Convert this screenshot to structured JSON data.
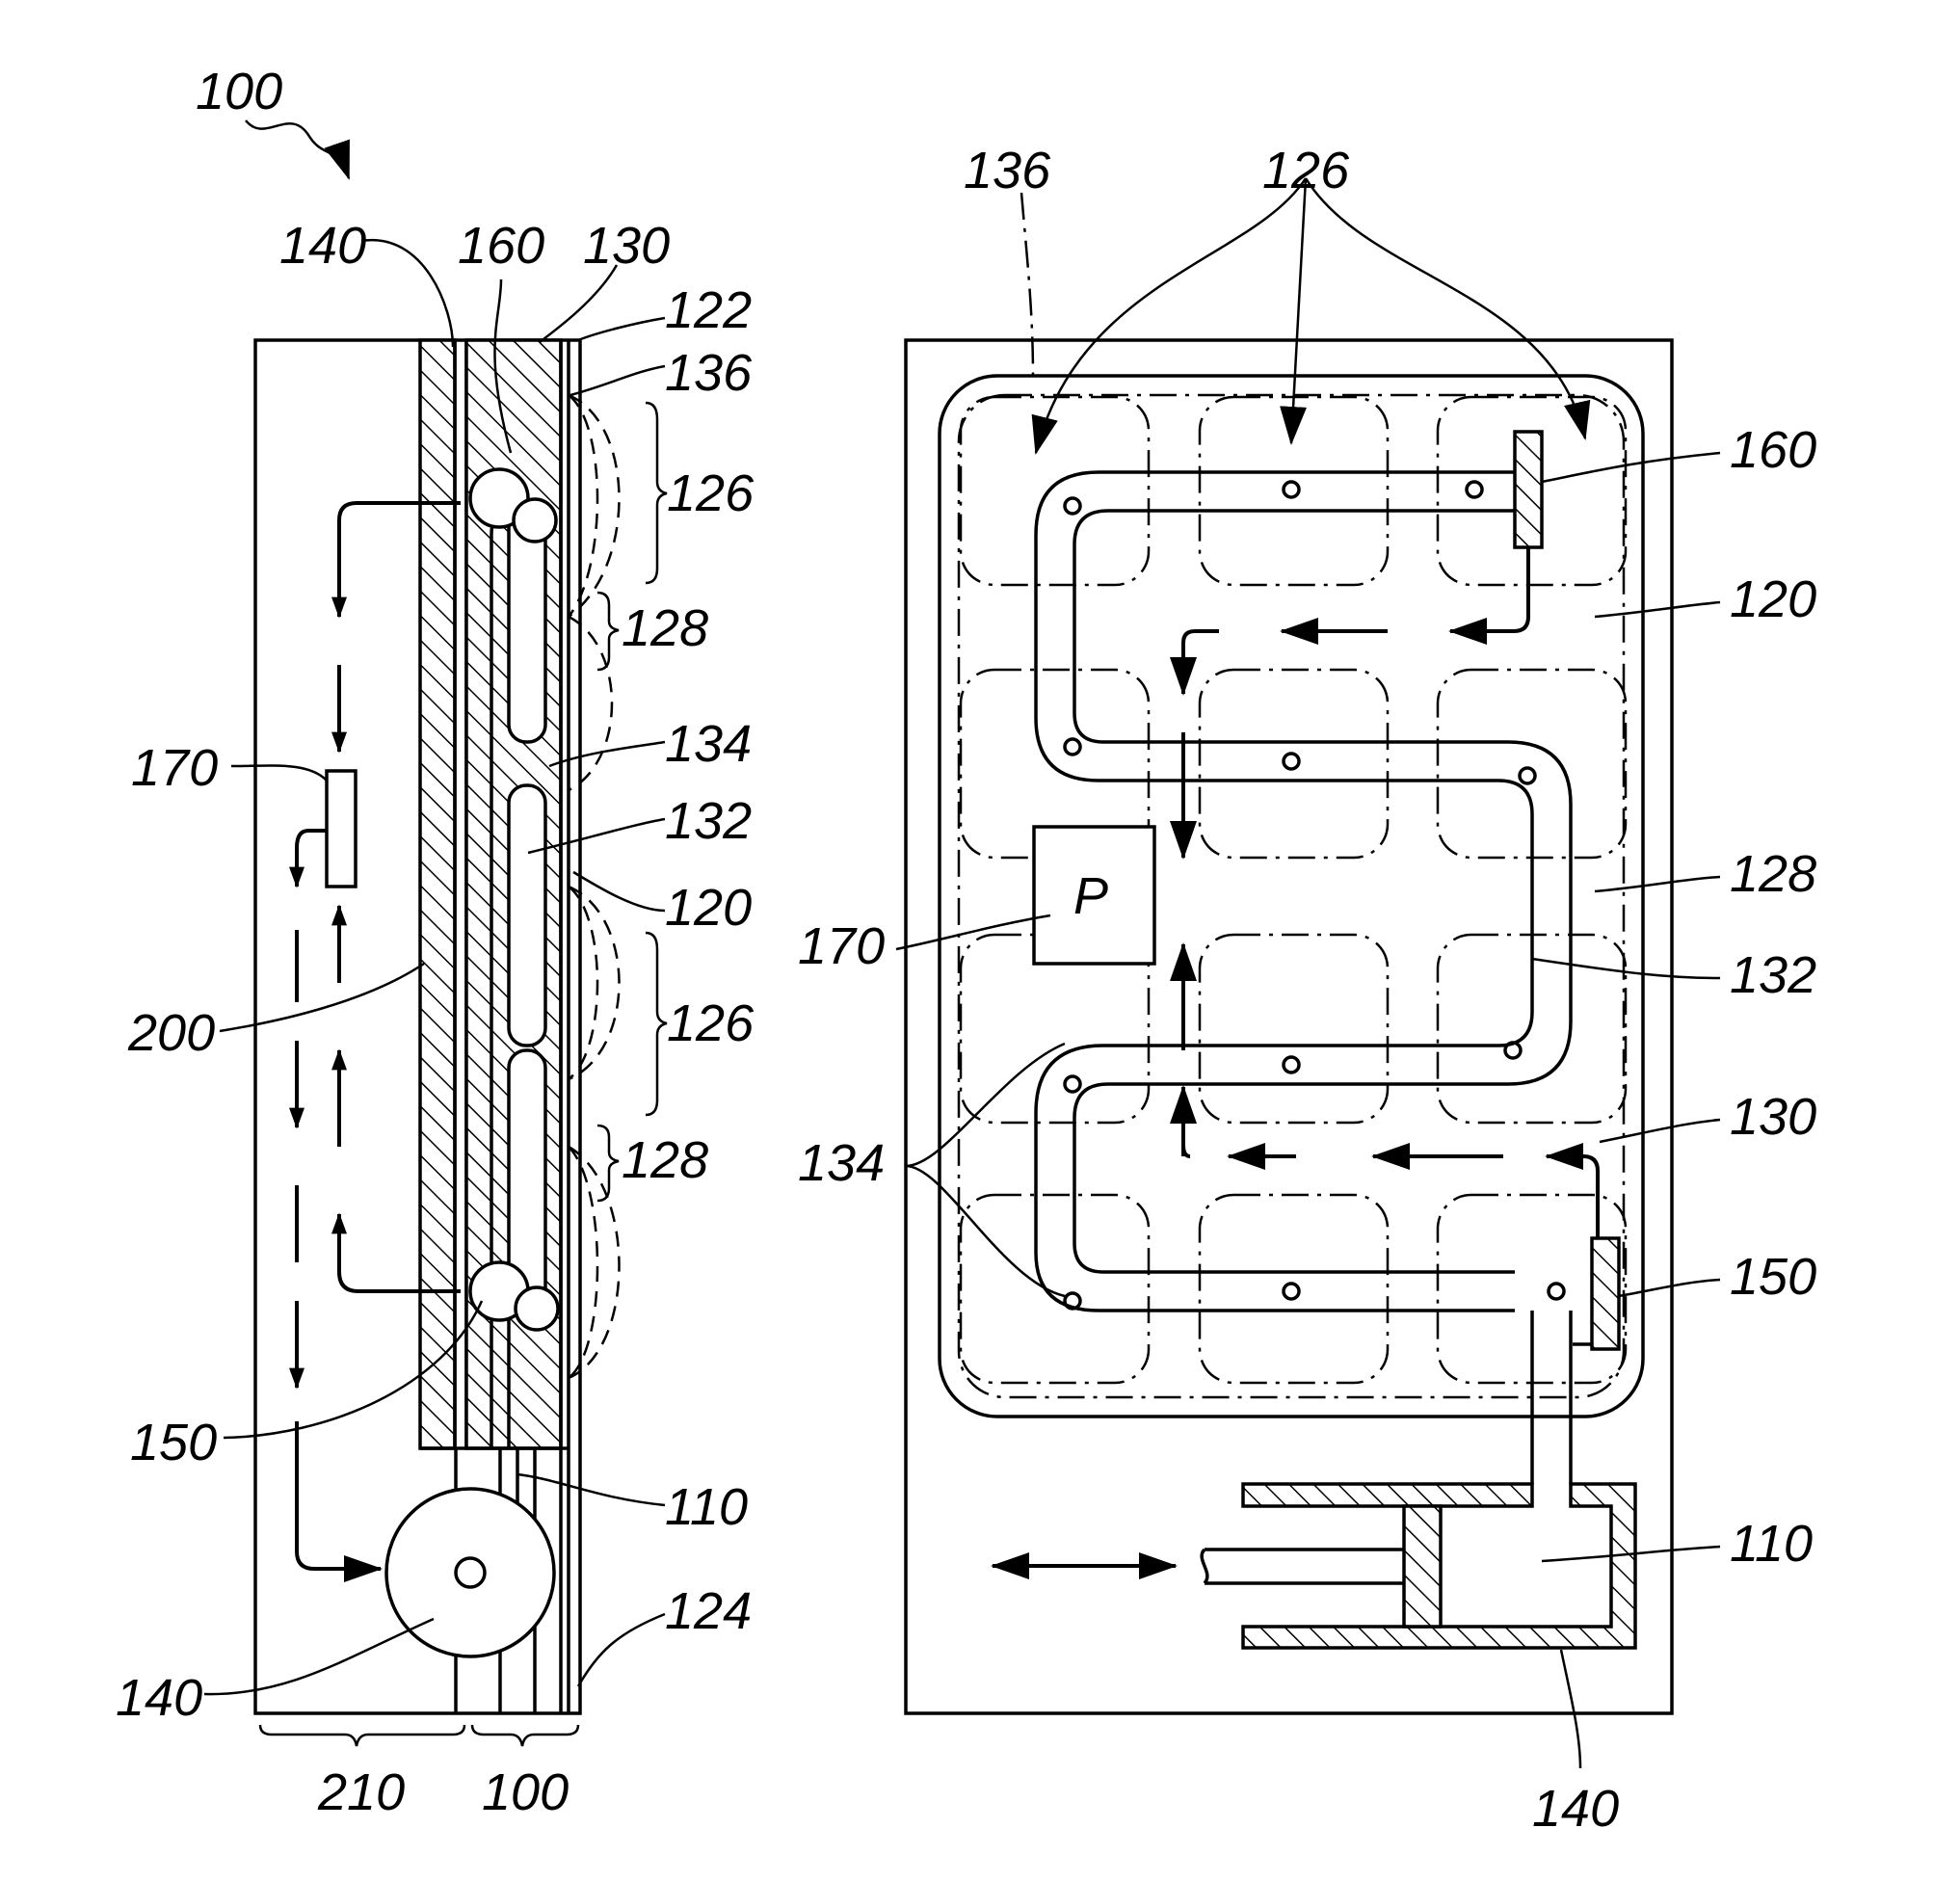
{
  "figure": {
    "left_view": {
      "assembly_label": "100",
      "labels": {
        "l140_top": "140",
        "l160": "160",
        "l130": "130",
        "l122": "122",
        "l136": "136",
        "l126_a": "126",
        "l128_a": "128",
        "l134": "134",
        "l132": "132",
        "l120": "120",
        "l126_b": "126",
        "l128_b": "128",
        "l170": "170",
        "l200": "200",
        "l150": "150",
        "l110": "110",
        "l124": "124",
        "l140_bottom": "140",
        "l210": "210",
        "l100_bottom": "100"
      }
    },
    "right_view": {
      "labels": {
        "l136": "136",
        "l126": "126",
        "l160": "160",
        "l120": "120",
        "l128": "128",
        "l170": "170",
        "l132": "132",
        "l130": "130",
        "l134": "134",
        "l150": "150",
        "l110": "110",
        "l140": "140"
      },
      "pump_symbol": "P"
    }
  },
  "icons": {
    "arrow": "arrowhead-icon",
    "pump": "pump-icon",
    "valve": "valve-icon",
    "piston": "piston-icon",
    "motor": "motor-icon"
  }
}
